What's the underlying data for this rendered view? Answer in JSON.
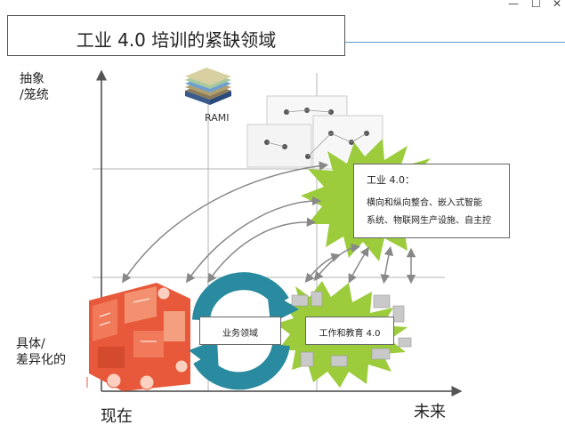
{
  "window": {
    "minimize_icon": "minimize-icon",
    "maximize_icon": "maximize-icon",
    "close_icon": "close-icon"
  },
  "slide": {
    "title": "工业 4.0 培训的紧缺领域",
    "y_axis_top_line1": "抽象",
    "y_axis_top_line2": "/笼统",
    "y_axis_bottom_line1": "具体/",
    "y_axis_bottom_line2": "差异化的",
    "x_axis_left": "现在",
    "x_axis_right": "未来",
    "rami_label": "RAMI",
    "industry40_box": {
      "title": "工业 4.0：",
      "desc_line1": "横向和纵向整合、嵌入式智能",
      "desc_line2": "系统、物联网生产设施、自主控"
    },
    "business_box": "业务领域",
    "work_box": "工作和教育 4.0"
  },
  "colors": {
    "accent_line": "#5a9fd4",
    "burst_green": "#9ccc3c",
    "cycle_teal": "#2a8aa0",
    "factory_red": "#e8583a"
  }
}
